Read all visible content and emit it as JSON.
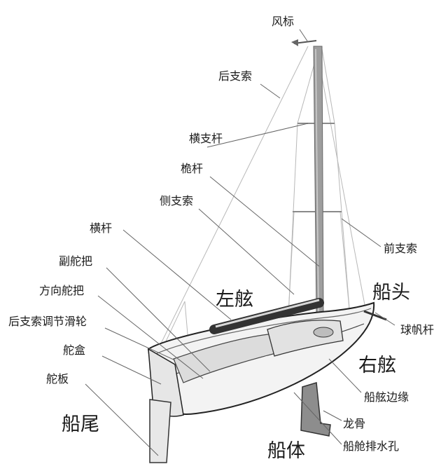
{
  "labels": {
    "wind_vane": "风标",
    "backstay": "后支索",
    "spreader": "横支杆",
    "mast": "桅杆",
    "shroud": "侧支索",
    "boom": "横杆",
    "tiller_extension": "副舵把",
    "tiller": "方向舵把",
    "backstay_adjuster": "后支索调节滑轮",
    "rudder_box": "舵盒",
    "rudder_blade": "舵板",
    "stern": "船尾",
    "port": "左舷",
    "starboard": "右舷",
    "bow": "船头",
    "forestay": "前支索",
    "bowsprit": "球帆杆",
    "gunwale": "船舷边缘",
    "keel": "龙骨",
    "hull": "船体",
    "cockpit_drain": "船舱排水孔"
  }
}
